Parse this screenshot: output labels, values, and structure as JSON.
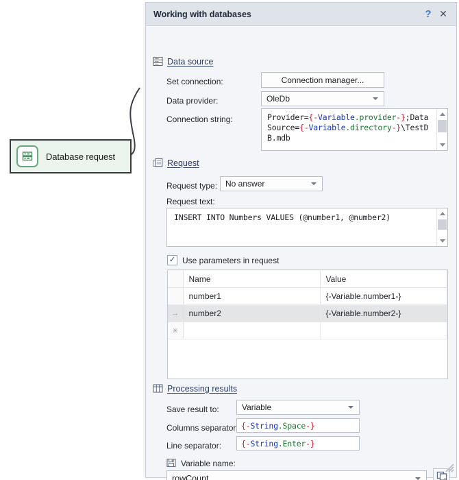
{
  "canvas": {
    "node": {
      "label": "Database request",
      "icon": "database-icon",
      "fill": "#eaf4ec",
      "border": "#3a3a3a"
    },
    "connector": "curved-link"
  },
  "dialog": {
    "title": "Working with databases",
    "help_label": "?",
    "close_label": "✕",
    "sections": [
      {
        "key": "data_source",
        "title": "Data source",
        "icon": "database-stack-icon"
      },
      {
        "key": "request",
        "title": "Request",
        "icon": "document-request-icon"
      },
      {
        "key": "processing_results",
        "title": "Processing results",
        "icon": "table-grid-icon"
      }
    ]
  },
  "data_source": {
    "set_connection_label": "Set connection:",
    "connection_manager_button": "Connection manager...",
    "data_provider_label": "Data provider:",
    "data_provider_value": "OleDb",
    "connection_string_label": "Connection string:",
    "connection_string_tokens": [
      {
        "t": "Provider=",
        "c": "dark"
      },
      {
        "t": "{-",
        "c": "red"
      },
      {
        "t": "Variable",
        "c": "blue"
      },
      {
        "t": ".provider",
        "c": "green"
      },
      {
        "t": "-}",
        "c": "red"
      },
      {
        "t": ";Data Source=",
        "c": "dark"
      },
      {
        "t": "{-",
        "c": "red"
      },
      {
        "t": "Variable",
        "c": "blue"
      },
      {
        "t": ".directory",
        "c": "green"
      },
      {
        "t": "-}",
        "c": "red"
      },
      {
        "t": "\\TestDB.mdb",
        "c": "dark"
      }
    ],
    "connection_string_plain": "Provider={-Variable.provider-};Data Source={-Variable.directory-}\\TestDB.mdb"
  },
  "request": {
    "request_type_label": "Request type:",
    "request_type_value": "No answer",
    "request_text_label": "Request text:",
    "request_text_value": "INSERT INTO Numbers VALUES (@number1, @number2)",
    "use_parameters_label": "Use parameters in request",
    "use_parameters_checked": true,
    "check_glyph": "✓",
    "table": {
      "columns": [
        "",
        "Name",
        "Value"
      ],
      "rows": [
        {
          "marker": "",
          "name": "number1",
          "value": "{-Variable.number1-}",
          "selected": false
        },
        {
          "marker": "→",
          "name": "number2",
          "value": "{-Variable.number2-}",
          "selected": true
        },
        {
          "marker": "✳",
          "name": "",
          "value": "",
          "selected": false
        }
      ]
    }
  },
  "processing_results": {
    "save_result_label": "Save result to:",
    "save_result_value": "Variable",
    "columns_separator_label": "Columns separator:",
    "columns_separator_tokens": [
      {
        "t": "{-",
        "c": "red"
      },
      {
        "t": "String",
        "c": "blue"
      },
      {
        "t": ".Space",
        "c": "green"
      },
      {
        "t": "-}",
        "c": "red"
      }
    ],
    "line_separator_label": "Line separator:",
    "line_separator_tokens": [
      {
        "t": "{-",
        "c": "red"
      },
      {
        "t": "String",
        "c": "blue"
      },
      {
        "t": ".Enter",
        "c": "green"
      },
      {
        "t": "-}",
        "c": "red"
      }
    ],
    "variable_name_label": "Variable name:",
    "variable_name_icon": "save-disk-icon",
    "variable_name_value": "rowCount",
    "copy_button_icon": "copy-windows-icon"
  },
  "colors": {
    "dialog_bg": "#f4f5f8",
    "titlebar_bg": "#dfe3ea",
    "accent_link": "#2c3e66",
    "help_blue": "#3f79d8",
    "node_fill": "#eaf4ec",
    "token_red": "#cc1f2f",
    "token_blue": "#1633c0",
    "token_green": "#17772e"
  }
}
